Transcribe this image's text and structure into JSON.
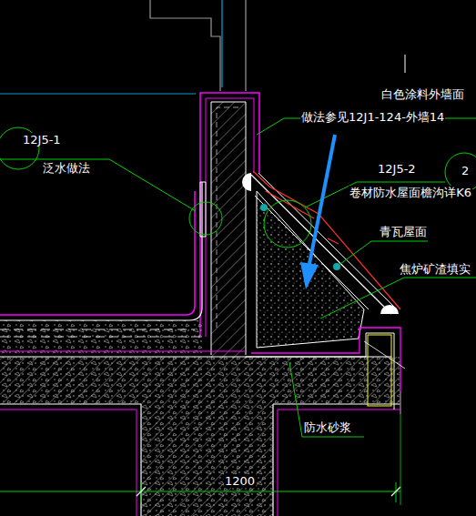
{
  "diagram": {
    "labels": [
      "12J5-1",
      "泛水做法",
      "白色涂料外墙面",
      "做法参见12J1-124-外墙14",
      "12J5-2",
      "2",
      "卷材防水屋面檐沟详K6",
      "青瓦屋面",
      "焦炉矿渣填实",
      "防水砂浆",
      "1200"
    ]
  }
}
